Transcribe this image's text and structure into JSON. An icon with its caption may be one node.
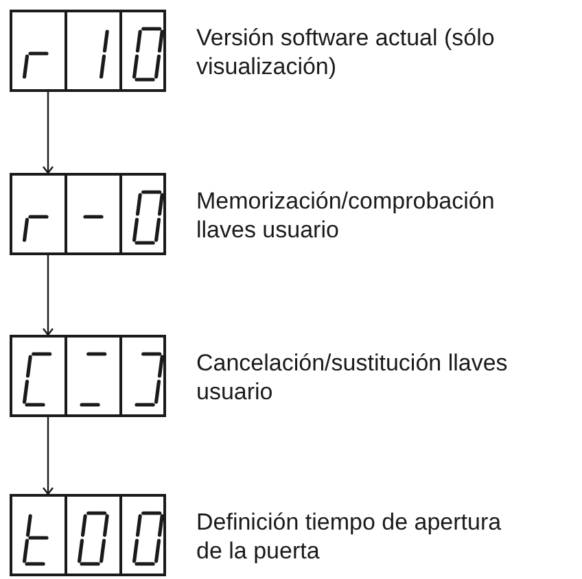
{
  "diagram": {
    "nodes": [
      {
        "text": [],
        "shape": "box",
        "beside": [
          "Versión software actual (sólo visualización)"
        ]
      },
      {
        "text": [],
        "shape": "box",
        "beside": [
          "Memorización/comprobación llaves usuario"
        ]
      },
      {
        "text": [],
        "shape": "box",
        "beside": [
          "Cancelación/sustitución llaves usuario"
        ]
      },
      {
        "text": [],
        "shape": "box",
        "beside": [
          "Definición tiempo de apertura de la puerta"
        ]
      }
    ],
    "edges": [
      {
        "from": 0,
        "to": 1,
        "arrow": "to"
      },
      {
        "from": 1,
        "to": 2,
        "arrow": "to"
      },
      {
        "from": 2,
        "to": 3,
        "arrow": "to"
      }
    ]
  }
}
